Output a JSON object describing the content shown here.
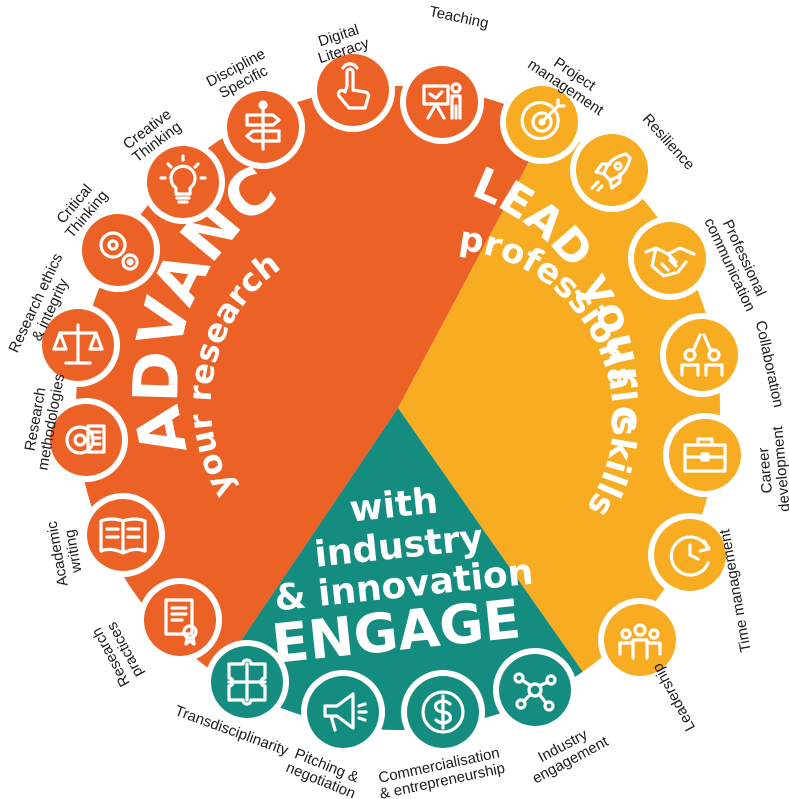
{
  "colors": {
    "advance": "#ec6126",
    "lead": "#f7ac22",
    "engage": "#158c80",
    "ring_bg": "#ffffff",
    "label": "#1a1a1a"
  },
  "sections": {
    "advance": {
      "title": "ADVANCE",
      "subtitle": "your research"
    },
    "lead": {
      "title": "LEAD your career &",
      "subtitle": "professional skills"
    },
    "engage": {
      "line1": "with",
      "line2": "industry",
      "line3": "& innovation",
      "title": "ENGAGE"
    }
  },
  "skills": [
    {
      "id": "teaching",
      "lines": [
        "Teaching"
      ],
      "icon": "presentation-icon",
      "section": "advance"
    },
    {
      "id": "digital",
      "lines": [
        "Digital",
        "Literacy"
      ],
      "icon": "pointer-hand-icon",
      "section": "advance"
    },
    {
      "id": "discipline",
      "lines": [
        "Discipline",
        "Specific"
      ],
      "icon": "signpost-icon",
      "section": "advance"
    },
    {
      "id": "creative",
      "lines": [
        "Creative",
        "Thinking"
      ],
      "icon": "lightbulb-icon",
      "section": "advance"
    },
    {
      "id": "critical",
      "lines": [
        "Critical",
        "Thinking"
      ],
      "icon": "gears-icon",
      "section": "advance"
    },
    {
      "id": "ethics",
      "lines": [
        "Research ethics",
        "& integrity"
      ],
      "icon": "scales-icon",
      "section": "advance"
    },
    {
      "id": "methodologies",
      "lines": [
        "Research",
        "methodologies"
      ],
      "icon": "gear-document-icon",
      "section": "advance"
    },
    {
      "id": "writing",
      "lines": [
        "Academic",
        "writing"
      ],
      "icon": "open-book-icon",
      "section": "advance"
    },
    {
      "id": "practices",
      "lines": [
        "Research",
        "practices"
      ],
      "icon": "certificate-icon",
      "section": "advance"
    },
    {
      "id": "transdisciplinarity",
      "lines": [
        "Transdisciplinarity"
      ],
      "icon": "puzzle-icon",
      "section": "engage"
    },
    {
      "id": "pitching",
      "lines": [
        "Pitching &",
        "negotiation"
      ],
      "icon": "megaphone-icon",
      "section": "engage"
    },
    {
      "id": "commercialisation",
      "lines": [
        "Commercialisation",
        "& entrepreneurship"
      ],
      "icon": "dollar-icon",
      "section": "engage"
    },
    {
      "id": "industry",
      "lines": [
        "Industry",
        "engagement"
      ],
      "icon": "network-icon",
      "section": "engage"
    },
    {
      "id": "leadership",
      "lines": [
        "Leadership"
      ],
      "icon": "team-icon",
      "section": "lead"
    },
    {
      "id": "time",
      "lines": [
        "Time management"
      ],
      "icon": "clock-icon",
      "section": "lead"
    },
    {
      "id": "career",
      "lines": [
        "Career",
        "development"
      ],
      "icon": "briefcase-icon",
      "section": "lead"
    },
    {
      "id": "collaboration",
      "lines": [
        "Collaboration"
      ],
      "icon": "high-five-icon",
      "section": "lead"
    },
    {
      "id": "communication",
      "lines": [
        "Professional",
        "communication"
      ],
      "icon": "handshake-icon",
      "section": "lead"
    },
    {
      "id": "resilience",
      "lines": [
        "Resilience"
      ],
      "icon": "rocket-icon",
      "section": "lead"
    },
    {
      "id": "project",
      "lines": [
        "Project",
        "management"
      ],
      "icon": "target-icon",
      "section": "lead"
    }
  ]
}
